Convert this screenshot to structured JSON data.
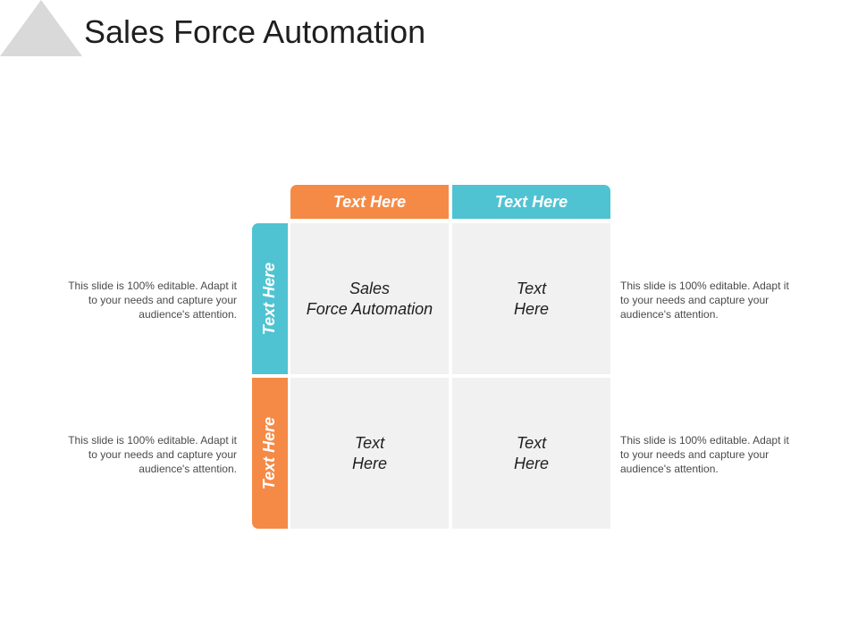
{
  "slide": {
    "title": "Sales Force Automation",
    "colors": {
      "orange": "#f58a46",
      "teal": "#4fc3d2",
      "triangle": "#d9d9d9",
      "cell": "#f1f1f1"
    }
  },
  "matrix": {
    "col_headers": [
      "Text Here",
      "Text Here"
    ],
    "row_headers": [
      "Text Here",
      "Text Here"
    ],
    "cells": [
      [
        "Sales\nForce Automation",
        "Text\nHere"
      ],
      [
        "Text\nHere",
        "Text\nHere"
      ]
    ]
  },
  "notes": {
    "left_top": "This slide is 100% editable. Adapt it to your needs and capture your audience's attention.",
    "left_bottom": "This slide is 100% editable. Adapt it to your needs and capture your audience's attention.",
    "right_top": "This slide is 100% editable. Adapt it to your needs and capture your audience's attention.",
    "right_bottom": "This slide is 100% editable. Adapt it to your needs and capture your audience's attention."
  }
}
